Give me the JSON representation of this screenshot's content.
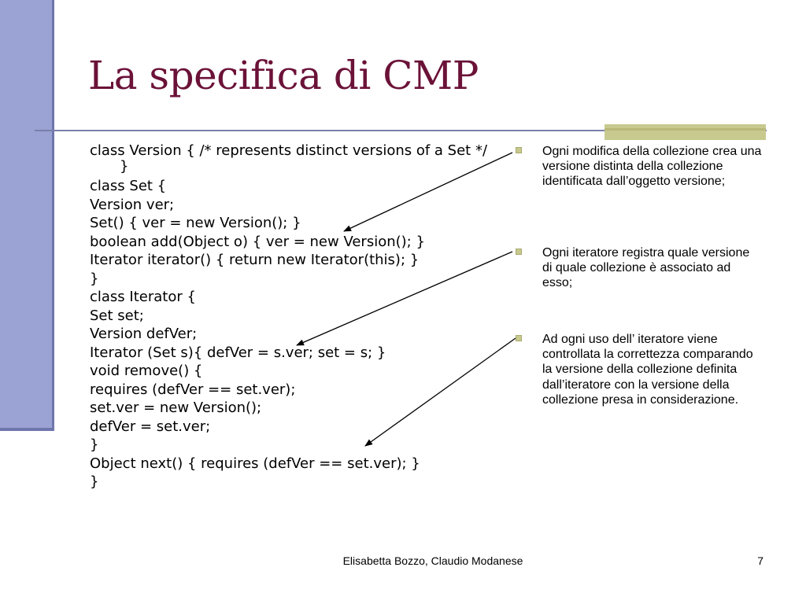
{
  "slide": {
    "title": "La specifica di CMP",
    "code_lines": [
      "class Version { /* represents distinct versions of a Set */ }",
      "class Set {",
      "Version ver;",
      "Set() { ver = new Version(); }",
      "boolean add(Object o) { ver = new Version(); }",
      "Iterator iterator() { return new Iterator(this); }",
      "}",
      "class Iterator {",
      "Set set;",
      "Version defVer;",
      "Iterator (Set s){ defVer = s.ver; set = s; }",
      "void remove() {",
      "requires (defVer == set.ver);",
      "set.ver = new Version();",
      "defVer = set.ver;",
      "}",
      "Object next() { requires (defVer == set.ver); }",
      "}"
    ],
    "bullets": [
      "Ogni modifica della collezione crea una versione distinta della collezione identificata dall’oggetto versione;",
      "Ogni iteratore registra quale versione di quale collezione è associato ad esso;",
      "Ad ogni uso dell’ iteratore viene controllata la correttezza comparando la versione della collezione definita dall’iteratore con la versione della collezione presa in considerazione."
    ],
    "footer": {
      "author": "Elisabetta Bozzo, Claudio Modanese",
      "page_number": "7"
    }
  },
  "colors": {
    "title": "#6b1238",
    "sidebar": "#9aa3d3",
    "accent": "#c8c98e"
  }
}
